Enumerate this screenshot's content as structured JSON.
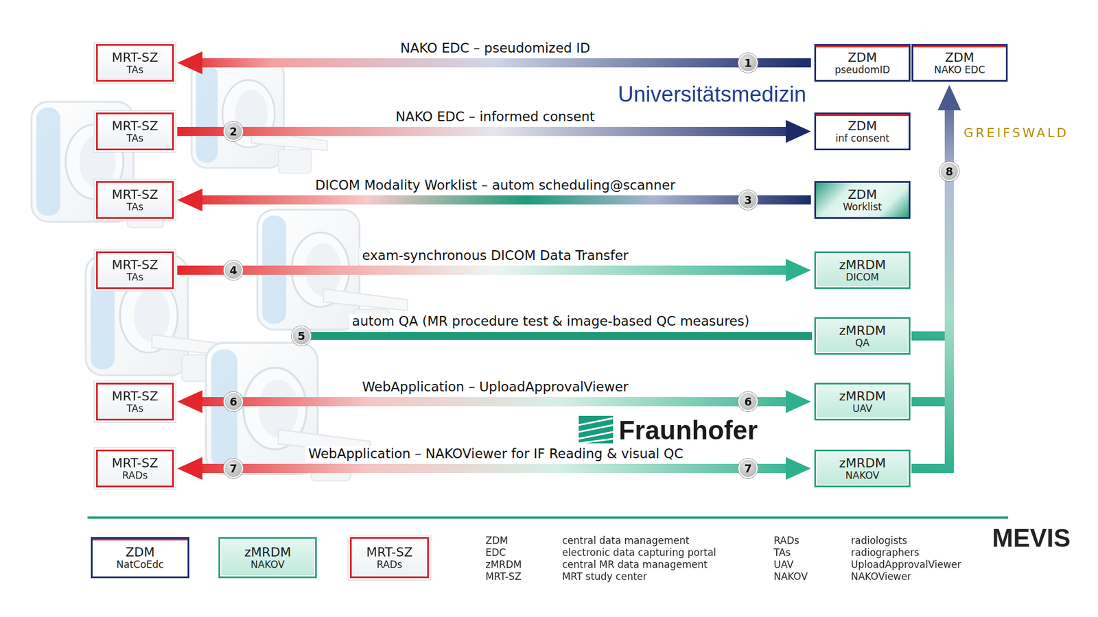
{
  "diagram": {
    "nodes": [
      {
        "text": [
          "MRT-SZ",
          "TAs"
        ]
      },
      {
        "text": [
          "ZDM",
          "pseudomID"
        ]
      },
      {
        "text": [
          "ZDM",
          "NAKO EDC"
        ]
      },
      {
        "text": [
          "MRT-SZ",
          "TAs"
        ]
      },
      {
        "text": [
          "ZDM",
          "inf consent"
        ]
      },
      {
        "text": [
          "MRT-SZ",
          "TAs"
        ]
      },
      {
        "text": [
          "ZDM",
          "Worklist"
        ]
      },
      {
        "text": [
          "MRT-SZ",
          "TAs"
        ]
      },
      {
        "text": [
          "zMRDM",
          "DICOM"
        ]
      },
      {
        "text": [
          "zMRDM",
          "QA"
        ]
      },
      {
        "text": [
          "MRT-SZ",
          "TAs"
        ]
      },
      {
        "text": [
          "zMRDM",
          "UAV"
        ]
      },
      {
        "text": [
          "MRT-SZ",
          "RADs"
        ]
      },
      {
        "text": [
          "zMRDM",
          "NAKOV"
        ]
      },
      {
        "text": [
          "ZDM",
          "NatCoEdc"
        ]
      },
      {
        "text": [
          "zMRDM",
          "NAKOV"
        ]
      },
      {
        "text": [
          "MRT-SZ",
          "RADs"
        ]
      }
    ],
    "edges": [
      {
        "from": 1,
        "to": 0,
        "arrow": "to",
        "label": "NAKO EDC – pseudomized ID"
      },
      {
        "from": 3,
        "to": 4,
        "arrow": "to",
        "label": "NAKO EDC – informed consent"
      },
      {
        "from": 6,
        "to": 5,
        "arrow": "to",
        "label": "DICOM Modality Worklist – autom scheduling@scanner"
      },
      {
        "from": 7,
        "to": 8,
        "arrow": "to",
        "label": "exam-synchronous DICOM Data Transfer"
      },
      {
        "from": 10,
        "to": 11,
        "arrow": "both",
        "label": "WebApplication – UploadApprovalViewer"
      },
      {
        "from": 12,
        "to": 13,
        "arrow": "both",
        "label": "WebApplication – NAKOViewer for IF Reading & visual QC"
      },
      {
        "from": 9,
        "to": 2,
        "arrow": "to"
      },
      {
        "from": 11,
        "to": 2,
        "arrow": "to"
      },
      {
        "from": 13,
        "to": 2,
        "arrow": "to"
      }
    ],
    "labels": [
      "1",
      "Universitätsmedizin",
      "2",
      "GREIFSWALD",
      "8",
      "3",
      "4",
      "autom QA (MR procedure test & image-based QC measures)",
      "5",
      "6",
      "6",
      "Fraunhofer",
      "7",
      "7",
      "ZDM",
      "central data management",
      "RADs",
      "radiologists",
      "EDC",
      "electronic data capturing portal",
      "TAs",
      "radiographers",
      "zMRDM",
      "central MR data management",
      "UAV",
      "UploadApprovalViewer",
      "MRT-SZ",
      "MRT study center",
      "NAKOV",
      "NAKOViewer",
      "MEVIS"
    ]
  }
}
